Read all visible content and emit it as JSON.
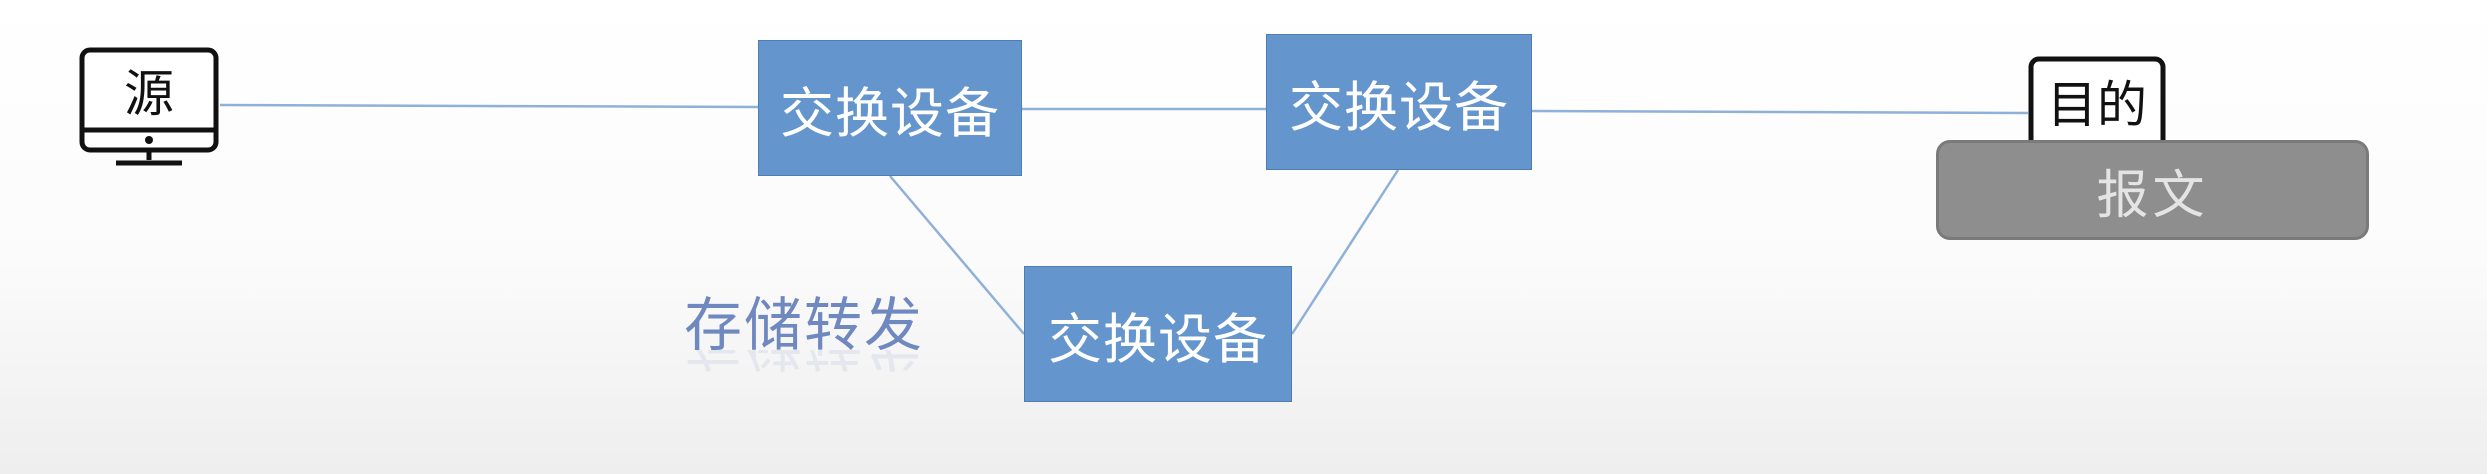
{
  "nodes": {
    "source": "源",
    "switch_a": "交换设备",
    "switch_b": "交换设备",
    "switch_c": "交换设备",
    "destination": "目的"
  },
  "message": "报文",
  "caption": "存储转发",
  "colors": {
    "switch_fill": "#6495cd",
    "link": "#8fb0d8",
    "message_fill": "#8e8e8e",
    "caption": "#6f88bf"
  }
}
